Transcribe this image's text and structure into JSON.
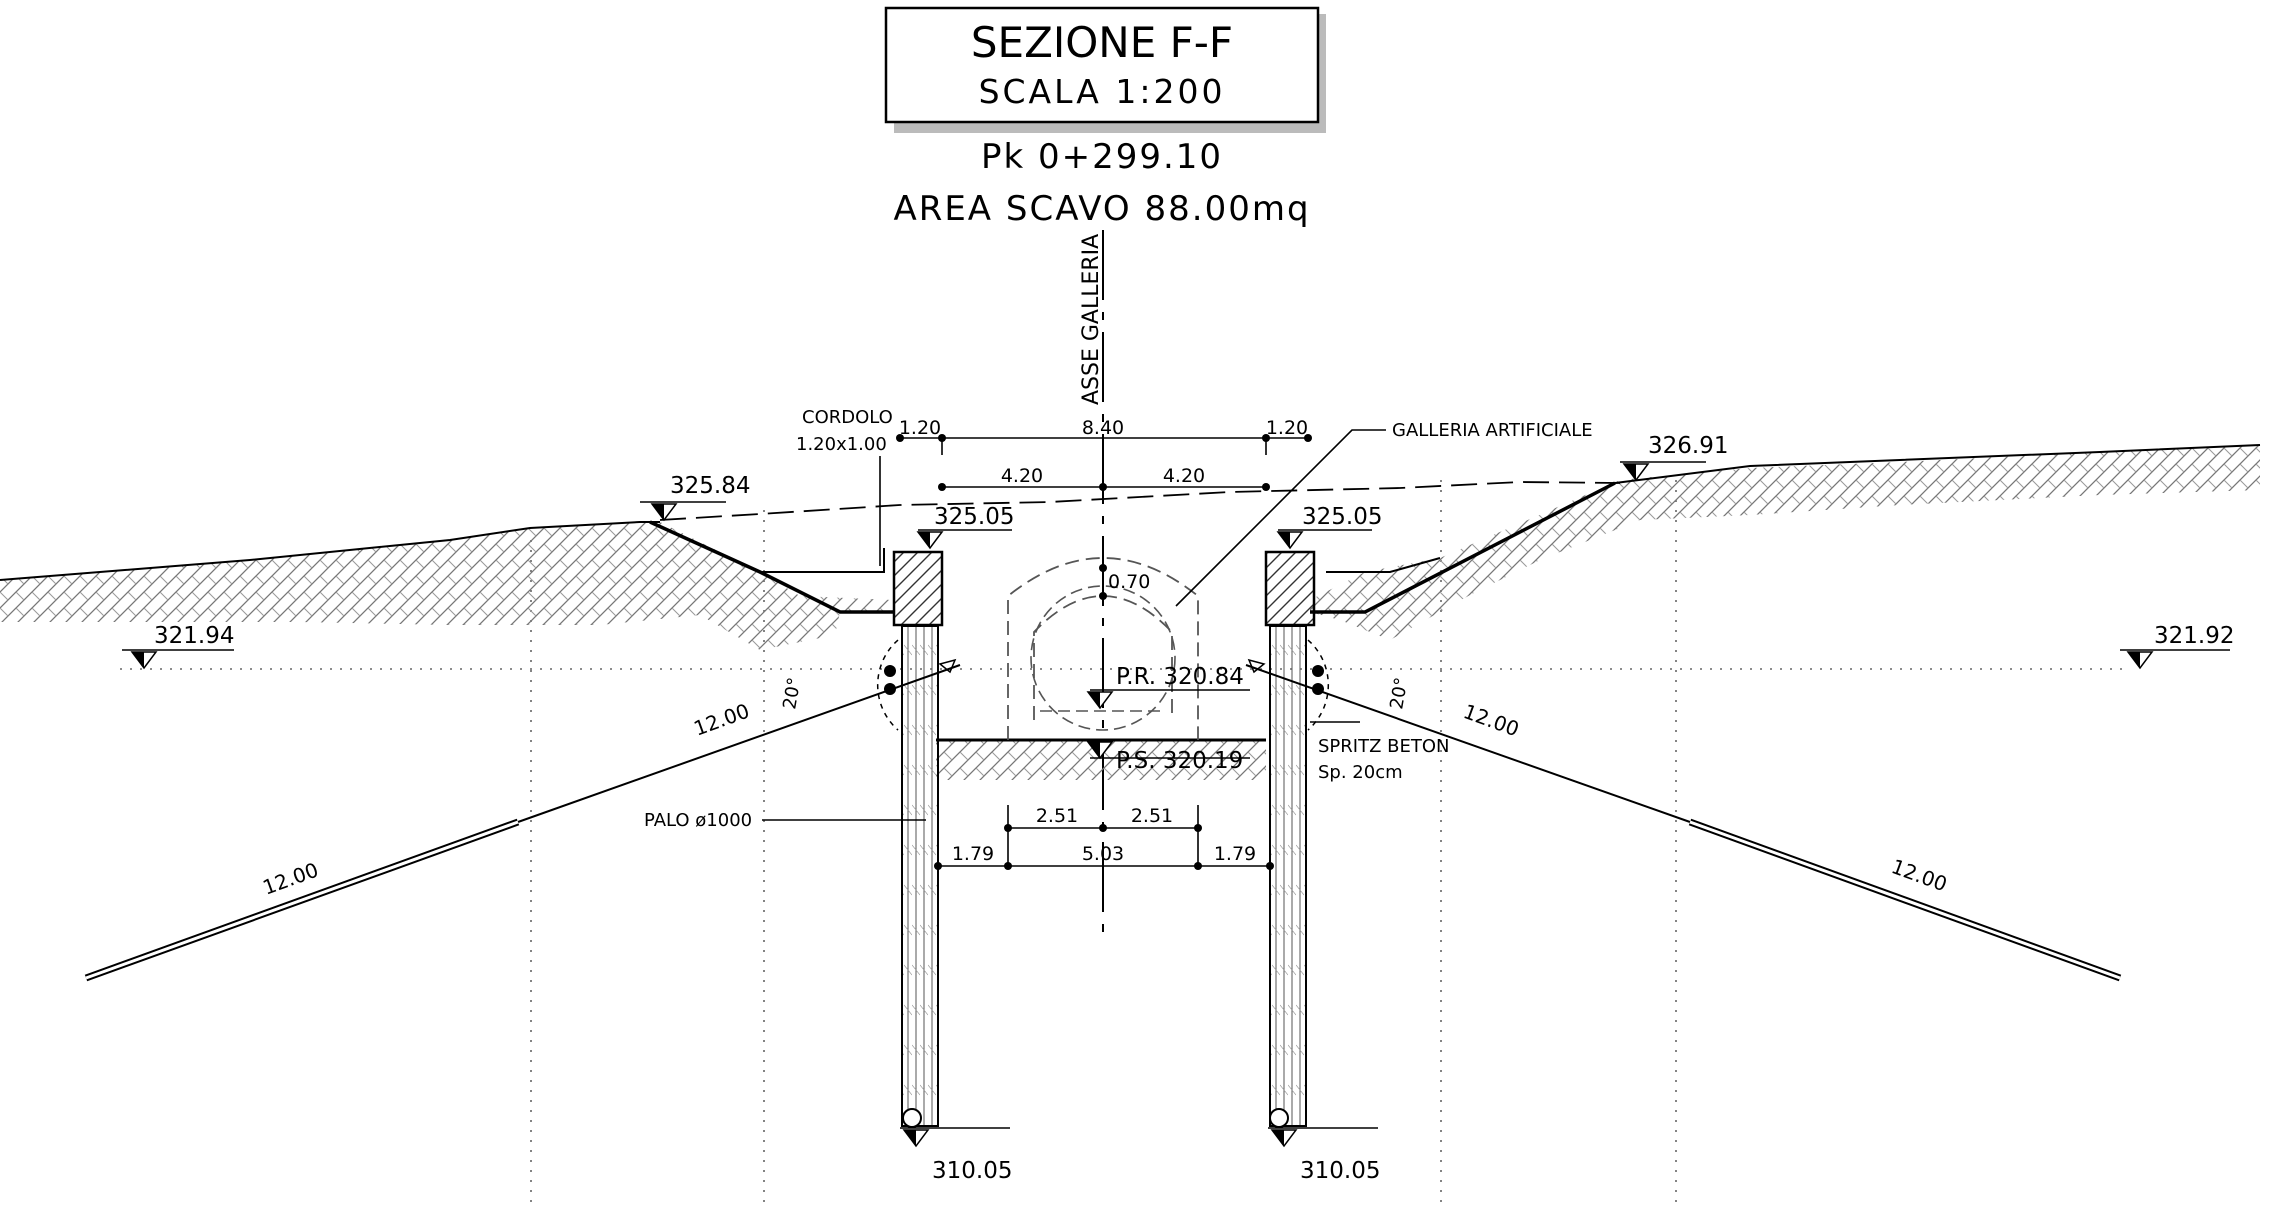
{
  "title": {
    "heading": "SEZIONE F-F",
    "scale": "SCALA 1:200"
  },
  "info": {
    "pk": "Pk 0+299.10",
    "area": "AREA SCAVO 88.00mq"
  },
  "axis_label": "ASSE GALLERIA",
  "elevations": {
    "left_ground": "325.84",
    "right_ground": "326.91",
    "left_cordolo": "325.05",
    "right_cordolo": "325.05",
    "left_water": "321.94",
    "right_water": "321.92",
    "pr": "P.R. 320.84",
    "ps": "P.S. 320.19",
    "left_pile_base": "310.05",
    "right_pile_base": "310.05"
  },
  "labels": {
    "cordolo": "CORDOLO",
    "cordolo_size": "1.20x1.00",
    "galleria": "GALLERIA ARTIFICIALE",
    "spritz": "SPRITZ BETON",
    "spritz_thickness": "Sp. 20cm",
    "palo": "PALO ø1000"
  },
  "dimensions": {
    "top_left": "1.20",
    "top_center": "8.40",
    "top_right": "1.20",
    "half_left": "4.20",
    "half_right": "4.20",
    "crown": "0.70",
    "inner_left": "2.51",
    "inner_right": "2.51",
    "bottom_left": "1.79",
    "bottom_center": "5.03",
    "bottom_right": "1.79"
  },
  "anchors": {
    "left_angle": "20°",
    "right_angle": "20°",
    "left_free": "12.00",
    "left_bond": "12.00",
    "right_free": "12.00",
    "right_bond": "12.00"
  }
}
